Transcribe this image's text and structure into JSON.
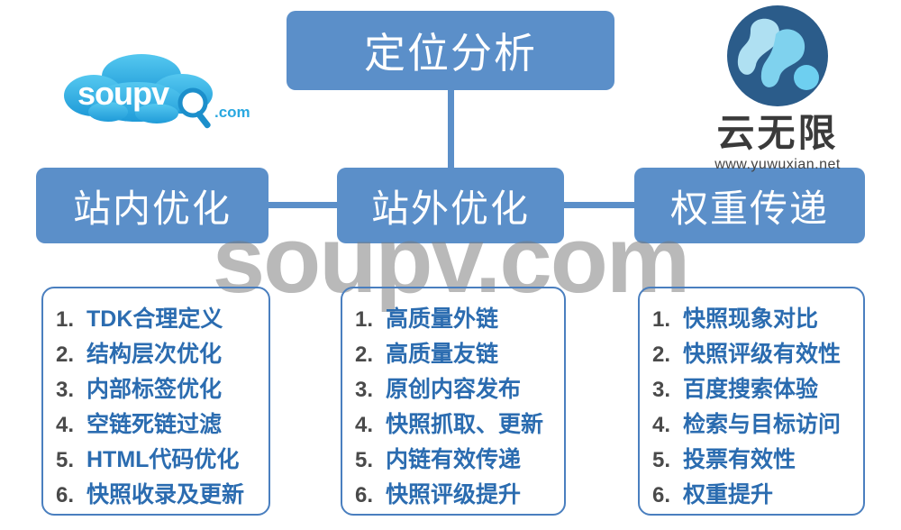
{
  "diagram": {
    "root": {
      "label": "定位分析"
    },
    "branches": [
      {
        "label": "站内优化"
      },
      {
        "label": "站外优化"
      },
      {
        "label": "权重传递"
      }
    ],
    "columns": [
      {
        "parent": "站内优化",
        "items": [
          {
            "num": "1.",
            "text": "TDK合理定义"
          },
          {
            "num": "2.",
            "text": "结构层次优化"
          },
          {
            "num": "3.",
            "text": "内部标签优化"
          },
          {
            "num": "4.",
            "text": "空链死链过滤"
          },
          {
            "num": "5.",
            "text": "HTML代码优化"
          },
          {
            "num": "6.",
            "text": "快照收录及更新"
          }
        ]
      },
      {
        "parent": "站外优化",
        "items": [
          {
            "num": "1.",
            "text": "高质量外链"
          },
          {
            "num": "2.",
            "text": "高质量友链"
          },
          {
            "num": "3.",
            "text": "原创内容发布"
          },
          {
            "num": "4.",
            "text": "快照抓取、更新"
          },
          {
            "num": "5.",
            "text": "内链有效传递"
          },
          {
            "num": "6.",
            "text": "快照评级提升"
          }
        ]
      },
      {
        "parent": "权重传递",
        "items": [
          {
            "num": "1.",
            "text": "快照现象对比"
          },
          {
            "num": "2.",
            "text": "快照评级有效性"
          },
          {
            "num": "3.",
            "text": "百度搜索体验"
          },
          {
            "num": "4.",
            "text": "检索与目标访问"
          },
          {
            "num": "5.",
            "text": "投票有效性"
          },
          {
            "num": "6.",
            "text": "权重提升"
          }
        ]
      }
    ]
  },
  "watermark": {
    "text": "soupv.com"
  },
  "logos": {
    "left": {
      "wordmark": "soupv",
      "suffix": ".com"
    },
    "right": {
      "name": "云无限",
      "url": "www.yuwuxian.net"
    }
  },
  "colors": {
    "box_blue": "#5B8FC9",
    "card_border": "#4A7FBF",
    "list_text": "#2B6CB0",
    "list_number": "#4A4A4A",
    "watermark_gray": "#787878",
    "logo_cyan": "#29ABE2",
    "logo_dark_blue": "#2B5C8A"
  }
}
